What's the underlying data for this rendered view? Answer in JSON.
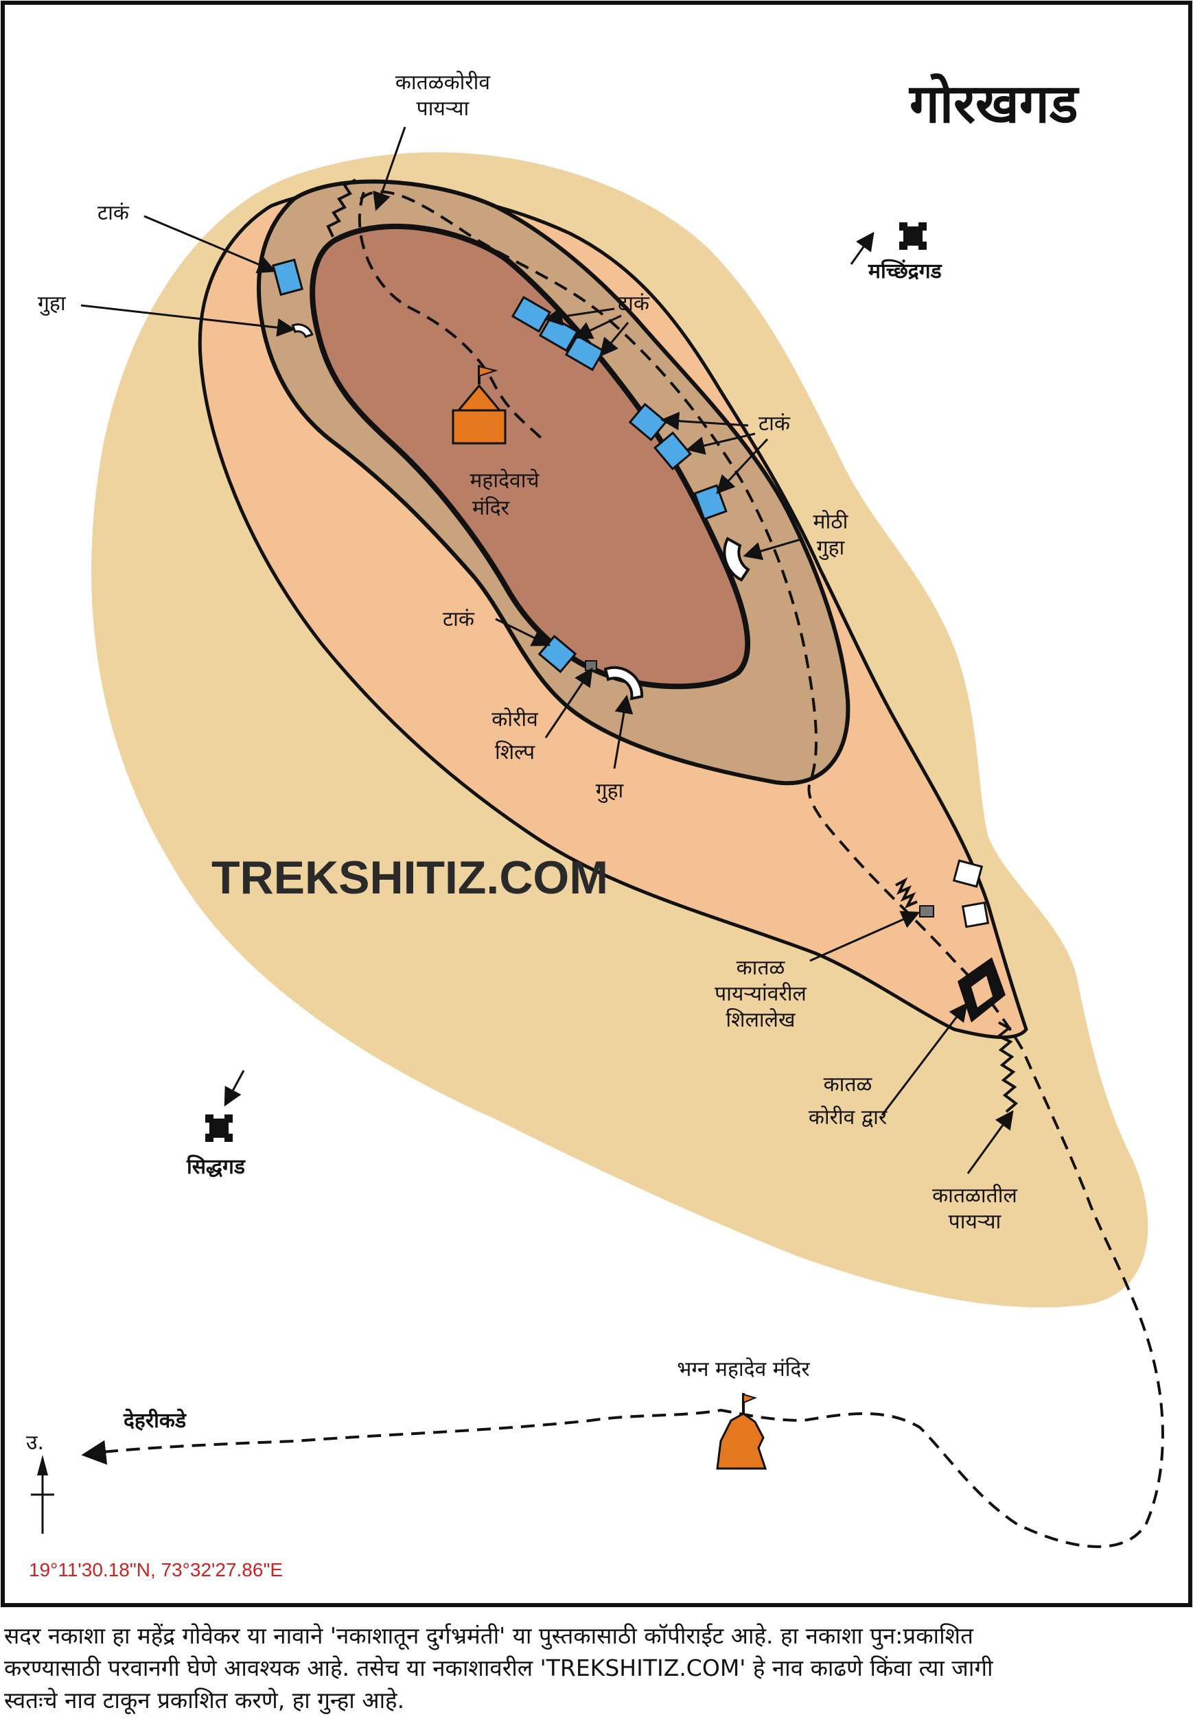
{
  "title": "गोरखगड",
  "watermark": "TREKSHITIZ.COM",
  "coordinates": "19°11'30.18\"N, 73°32'27.86\"E",
  "north_label": "उ.",
  "labels": {
    "katal_korive_payrya": [
      "कातळकोरीव",
      "पायऱ्या"
    ],
    "taak_top_left": "टाकं",
    "guha_left": "गुहा",
    "taak_right_1": "टाकं",
    "taak_right_2": "टाकं",
    "mothi_guha": [
      "मोठी",
      "गुहा"
    ],
    "temple_mahadev": [
      "महादेवाचे",
      "मंदिर"
    ],
    "taak_bottom": "टाकं",
    "koriv_shilp": [
      "कोरीव",
      "शिल्प"
    ],
    "guha_bottom": "गुहा",
    "machhindragad": "मच्छिंद्रगड",
    "siddhagad": "सिद्धगड",
    "shilalekh": [
      "कातळ",
      "पायऱ्यांवरील",
      "शिलालेख"
    ],
    "koriv_dwar": [
      "कातळ",
      "कोरीव द्वार"
    ],
    "katalatil_payrya": [
      "कातळातील",
      "पायऱ्या"
    ],
    "bhagna_mandir": "भग्न महादेव मंदिर",
    "deharikade": "देहरीकडे"
  },
  "footer": [
    "सदर नकाशा हा महेंद्र गोवेकर या नावाने 'नकाशातून दुर्गभ्रमंती' या पुस्तकासाठी कॉपीराईट आहे. हा नकाशा पुन:प्रकाशित",
    "करण्यासाठी परवानगी घेणे आवश्यक आहे. तसेच या नकाशावरील 'TREKSHITIZ.COM' हे नाव काढणे किंवा त्या जागी",
    "स्वतःचे नाव टाकून प्रकाशित करणे, हा गुन्हा आहे."
  ],
  "colors": {
    "outer_zone": "#efd39e",
    "mid_zone": "#f3c193",
    "terrace": "#c9a27e",
    "summit": "#b97f66",
    "water_tank": "#4ea9e6",
    "temple": "#e5781f",
    "coord_text": "#cc2222"
  },
  "icons": [
    "water-tank-icon",
    "cave-icon",
    "temple-icon",
    "fort-icon",
    "ruined-temple-icon",
    "north-arrow-icon",
    "gateway-icon",
    "sculpture-icon"
  ]
}
